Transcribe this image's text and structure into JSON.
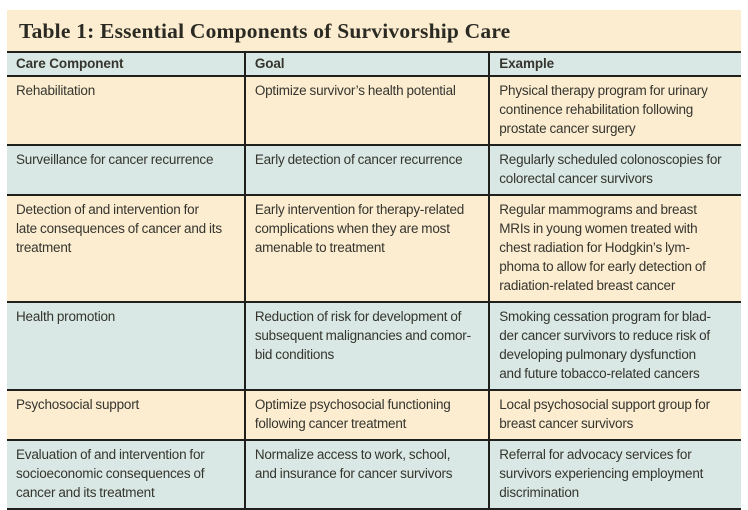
{
  "colors": {
    "cream_band": "#fcedd1",
    "blue_band": "#d9e8e4",
    "rule": "#1f1f1c",
    "text": "#35352e"
  },
  "table": {
    "title": "Table 1: Essential Components of Survivorship Care",
    "columns": [
      "Care Component",
      "Goal",
      "Example"
    ],
    "rows": [
      {
        "component": "Rehabilitation",
        "goal": "Optimize survivor’s health potential",
        "example": "Physical therapy program for urinary\ncontinence rehabilitation following\nprostate cancer surgery"
      },
      {
        "component": "Surveillance for cancer recurrence",
        "goal": "Early detection of cancer recurrence",
        "example": "Regularly scheduled colonoscopies for\ncolorectal cancer survivors"
      },
      {
        "component": "Detection of and intervention for\nlate consequences of cancer and its\ntreatment",
        "goal": "Early intervention for therapy-related\ncomplications when they are most\namenable to treatment",
        "example": "Regular mammograms and breast\nMRIs in young women treated with\nchest radiation for Hodgkin’s lym-\nphoma to allow for early detection of\nradiation-related breast cancer"
      },
      {
        "component": "Health promotion",
        "goal": "Reduction of risk for development of\nsubsequent malignancies and comor-\nbid conditions",
        "example": "Smoking cessation program for blad-\nder cancer survivors to reduce risk of\ndeveloping pulmonary dysfunction\nand future tobacco-related cancers"
      },
      {
        "component": "Psychosocial support",
        "goal": "Optimize psychosocial functioning\nfollowing cancer treatment",
        "example": "Local psychosocial support group for\nbreast cancer survivors"
      },
      {
        "component": "Evaluation of and intervention for\nsocioeconomic consequences of\ncancer and its treatment",
        "goal": "Normalize access to work, school,\nand insurance for cancer survivors",
        "example": "Referral for advocacy services for\nsurvivors experiencing employment\ndiscrimination"
      }
    ]
  }
}
